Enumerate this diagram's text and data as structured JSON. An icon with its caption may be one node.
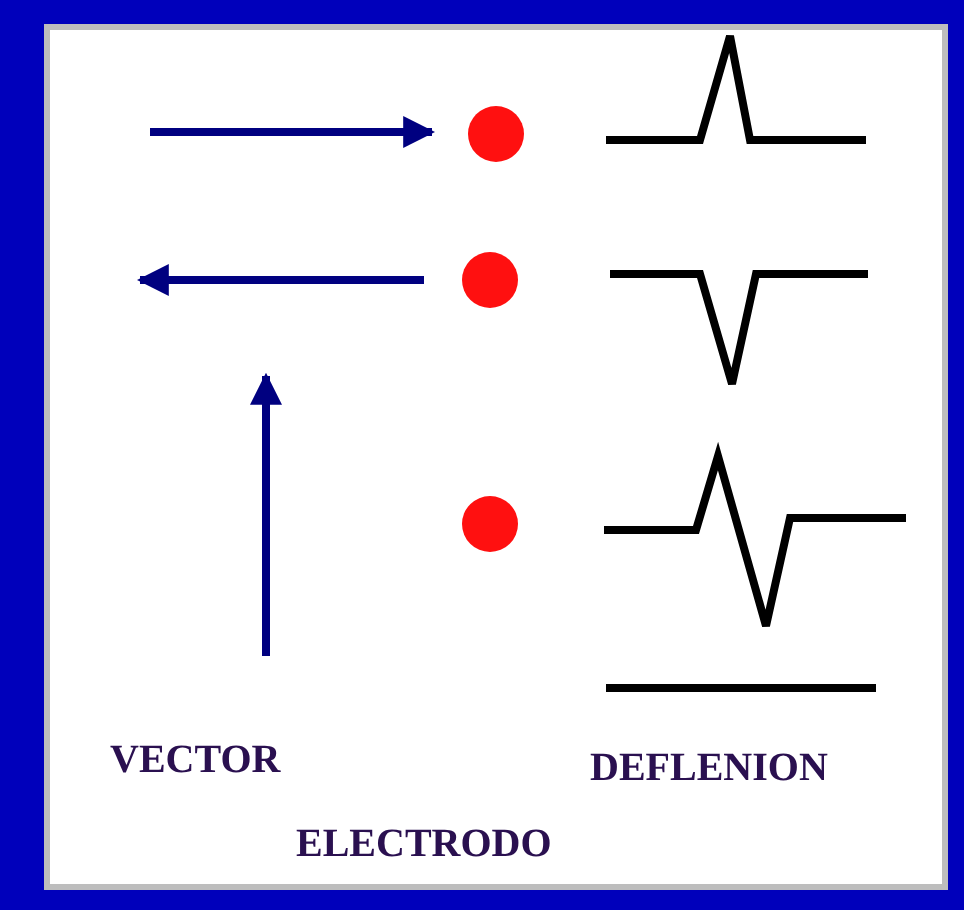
{
  "diagram": {
    "labels": [
      "VECTOR",
      "DEFLENION",
      "ELECTRODO"
    ]
  }
}
